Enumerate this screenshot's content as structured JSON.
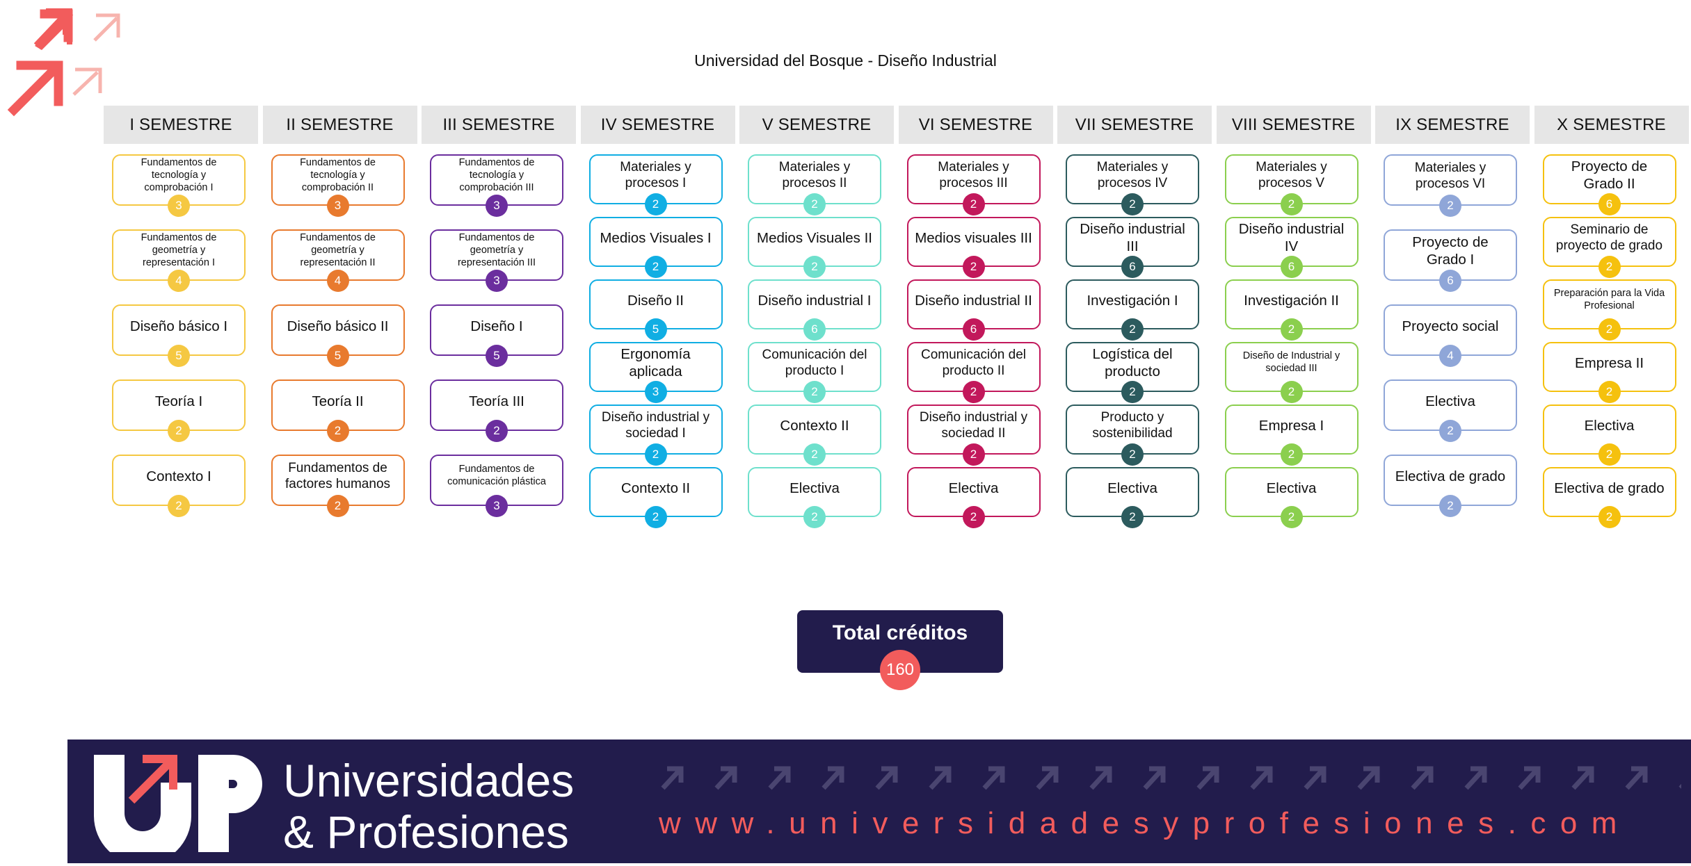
{
  "title": "Universidad del Bosque - Diseño Industrial",
  "semesters": [
    {
      "label": "I SEMESTRE",
      "color": "#f5c842",
      "courses": [
        {
          "name": "Fundamentos de tecnología y comprobación I",
          "credits": "3"
        },
        {
          "name": "Fundamentos de geometría y representación I",
          "credits": "4"
        },
        {
          "name": "Diseño básico I",
          "credits": "5"
        },
        {
          "name": "Teoría I",
          "credits": "2"
        },
        {
          "name": "Contexto I",
          "credits": "2"
        }
      ]
    },
    {
      "label": "II SEMESTRE",
      "color": "#e87a2e",
      "courses": [
        {
          "name": "Fundamentos de tecnología y comprobación II",
          "credits": "3"
        },
        {
          "name": "Fundamentos de geometría y representación II",
          "credits": "4"
        },
        {
          "name": "Diseño básico II",
          "credits": "5"
        },
        {
          "name": "Teoría II",
          "credits": "2"
        },
        {
          "name": "Fundamentos de factores humanos",
          "credits": "2"
        }
      ]
    },
    {
      "label": "III SEMESTRE",
      "color": "#6b2e9e",
      "courses": [
        {
          "name": "Fundamentos de tecnología y comprobación III",
          "credits": "3"
        },
        {
          "name": "Fundamentos de geometría y representación III",
          "credits": "3"
        },
        {
          "name": "Diseño I",
          "credits": "5"
        },
        {
          "name": "Teoría III",
          "credits": "2"
        },
        {
          "name": "Fundamentos de comunicación plástica",
          "credits": "3"
        }
      ]
    },
    {
      "label": "IV SEMESTRE",
      "color": "#10aee3",
      "courses": [
        {
          "name": "Materiales y procesos I",
          "credits": "2"
        },
        {
          "name": "Medios Visuales I",
          "credits": "2"
        },
        {
          "name": "Diseño II",
          "credits": "5"
        },
        {
          "name": "Ergonomía aplicada",
          "credits": "3"
        },
        {
          "name": "Diseño industrial y sociedad I",
          "credits": "2"
        },
        {
          "name": "Contexto II",
          "credits": "2"
        }
      ]
    },
    {
      "label": "V SEMESTRE",
      "color": "#6ee0cc",
      "courses": [
        {
          "name": "Materiales y procesos II",
          "credits": "2"
        },
        {
          "name": "Medios Visuales II",
          "credits": "2"
        },
        {
          "name": "Diseño industrial I",
          "credits": "6"
        },
        {
          "name": "Comunicación del producto I",
          "credits": "2"
        },
        {
          "name": "Contexto II",
          "credits": "2"
        },
        {
          "name": "Electiva",
          "credits": "2"
        }
      ]
    },
    {
      "label": "VI SEMESTRE",
      "color": "#c2185b",
      "courses": [
        {
          "name": "Materiales y procesos III",
          "credits": "2"
        },
        {
          "name": "Medios visuales III",
          "credits": "2"
        },
        {
          "name": "Diseño industrial II",
          "credits": "6"
        },
        {
          "name": "Comunicación del producto II",
          "credits": "2"
        },
        {
          "name": "Diseño industrial y sociedad II",
          "credits": "2"
        },
        {
          "name": "Electiva",
          "credits": "2"
        }
      ]
    },
    {
      "label": "VII SEMESTRE",
      "color": "#2c5b5e",
      "courses": [
        {
          "name": "Materiales y procesos IV",
          "credits": "2"
        },
        {
          "name": "Diseño industrial III",
          "credits": "6"
        },
        {
          "name": "Investigación I",
          "credits": "2"
        },
        {
          "name": "Logística del producto",
          "credits": "2"
        },
        {
          "name": "Producto y sostenibilidad",
          "credits": "2"
        },
        {
          "name": "Electiva",
          "credits": "2"
        }
      ]
    },
    {
      "label": "VIII SEMESTRE",
      "color": "#8bcf4e",
      "courses": [
        {
          "name": "Materiales y procesos V",
          "credits": "2"
        },
        {
          "name": "Diseño industrial IV",
          "credits": "6"
        },
        {
          "name": "Investigación II",
          "credits": "2"
        },
        {
          "name": "Diseño de Industrial y sociedad III",
          "credits": "2"
        },
        {
          "name": "Empresa I",
          "credits": "2"
        },
        {
          "name": "Electiva",
          "credits": "2"
        }
      ]
    },
    {
      "label": "IX SEMESTRE",
      "color": "#8fa6d8",
      "courses": [
        {
          "name": "Materiales y procesos VI",
          "credits": "2"
        },
        {
          "name": "Proyecto de Grado I",
          "credits": "6"
        },
        {
          "name": "Proyecto social",
          "credits": "4"
        },
        {
          "name": "Electiva",
          "credits": "2"
        },
        {
          "name": "Electiva de grado",
          "credits": "2"
        }
      ]
    },
    {
      "label": "X SEMESTRE",
      "color": "#f5c10e",
      "courses": [
        {
          "name": "Proyecto de Grado II",
          "credits": "6"
        },
        {
          "name": "Seminario de proyecto de grado",
          "credits": "2"
        },
        {
          "name": "Preparación para la Vida Profesional",
          "credits": "2"
        },
        {
          "name": "Empresa II",
          "credits": "2"
        },
        {
          "name": "Electiva",
          "credits": "2"
        },
        {
          "name": "Electiva de grado",
          "credits": "2"
        }
      ]
    }
  ],
  "total": {
    "label": "Total créditos",
    "value": "160"
  },
  "footer": {
    "brand_line1": "Universidades",
    "brand_line2": "& Profesiones",
    "url": "www.universidadesyprofesiones.com",
    "accent_color": "#f25c5c",
    "bg_color": "#221c4c"
  }
}
